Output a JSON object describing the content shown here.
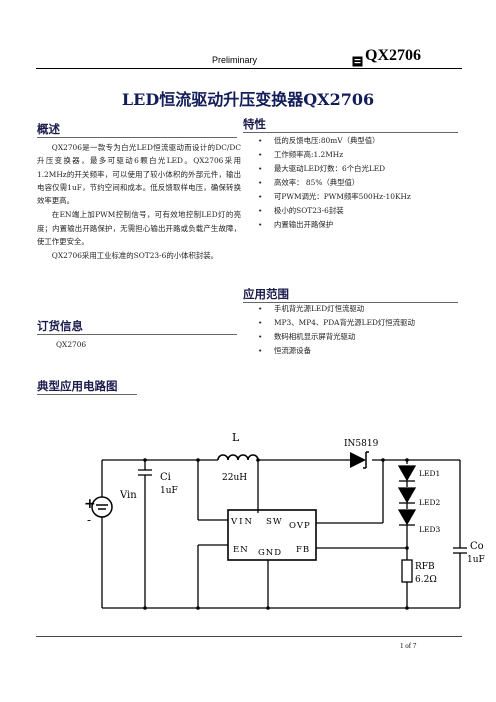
{
  "header": {
    "preliminary": "Preliminary",
    "part": "QX2706"
  },
  "title": "LED恒流驱动升压变换器QX2706",
  "overview": {
    "heading": "概述",
    "paragraphs": [
      "QX2706是一款专为白光LED恒流驱动而设计的DC/DC升压变换器，最多可驱动6颗白光LED。QX2706采用1.2MHz的开关频率，可以使用了较小体积的外部元件，输出电容仅需1uF，节约空间和成本。低反馈取样电压，确保转换效率更高。",
      "在EN端上加PWM控制信号，可有效地控制LED灯的亮度；内置输出开路保护，无需担心输出开路或负载产生故障，使工作更安全。",
      "QX2706采用工业标准的SOT23-6的小体积封装。"
    ]
  },
  "ordering": {
    "heading": "订货信息",
    "part": "QX2706"
  },
  "features": {
    "heading": "特性",
    "items": [
      "低的反馈电压:80mV（典型值）",
      "工作频率高:1.2MHz",
      "最大驱动LED灯数：6个白光LED",
      "高效率：  85%（典型值）",
      "可PWM调光：PWM频率500Hz-10KHz",
      "极小的SOT23-6封装",
      "内置输出开路保护"
    ]
  },
  "applications": {
    "heading": "应用范围",
    "items": [
      "手机背光源LED灯恒流驱动",
      "MP3、MP4、PDA背光源LED灯恒流驱动",
      "数码相机显示屏背光驱动",
      "恒流源设备"
    ]
  },
  "circuit": {
    "heading": "典型应用电路图",
    "labels": {
      "inductor": "L",
      "inductor_value": "22uH",
      "diode": "IN5819",
      "ci": "Ci",
      "ci_value": "1uF",
      "vin": "Vin",
      "plus": "+",
      "minus": "-",
      "led1": "LED1",
      "led2": "LED2",
      "led3": "LED3",
      "rfb": "RFB",
      "rfb_value": "6.2Ω",
      "co": "Co",
      "co_value": "1uF",
      "pin_vin": "VIN",
      "pin_sw": "SW",
      "pin_ovp": "OVP",
      "pin_en": "EN",
      "pin_gnd": "GND",
      "pin_fb": "FB"
    }
  },
  "footer": {
    "page": "1 of 7"
  }
}
